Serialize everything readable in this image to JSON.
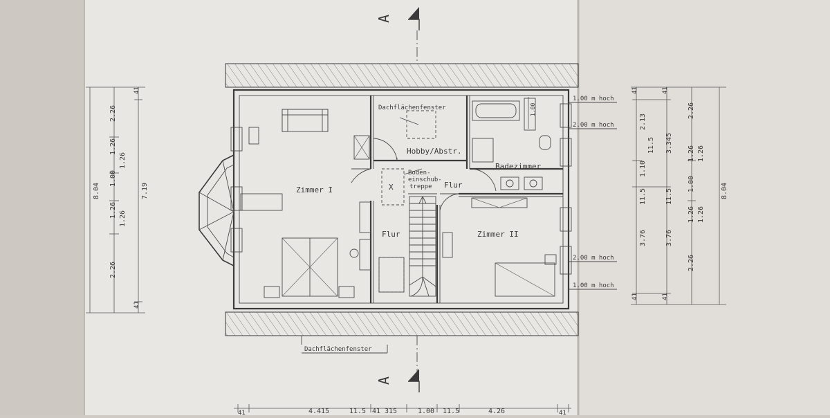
{
  "section_marker": "A",
  "rooms": {
    "zimmer1": "Zimmer I",
    "zimmer2": "Zimmer II",
    "hobby": "Hobby/Abstr.",
    "bad": "Badezimmer",
    "flur_upper": "Flur",
    "flur_lower": "Flur"
  },
  "labels": {
    "roof_window_top": "Dachflächenfenster",
    "roof_window_bottom": "Dachflächenfenster",
    "ladder_1": "Boden-",
    "ladder_2": "einschub-",
    "ladder_3": "treppe",
    "ladder_mark": "X"
  },
  "heights": {
    "h1_top": "1.00 m hoch",
    "h2_top": "2.00 m hoch",
    "h2_bottom": "2.00 m hoch",
    "h1_bottom": "1.00 m hoch",
    "bath_small": "1.00"
  },
  "dims_left": {
    "overall": "8.04",
    "inner": "7.19",
    "seg": [
      "2.26",
      "1.26",
      "1.00",
      "1.26",
      "2.26"
    ],
    "seg2": [
      "1.26",
      "1.26"
    ],
    "wall": [
      "41",
      "41"
    ]
  },
  "dims_right": {
    "col_a": [
      "41",
      "2.13",
      "11.5",
      "1.10",
      "11.5",
      "3.76",
      "41"
    ],
    "col_b": [
      "41",
      "3.345",
      "11.5",
      "3.76",
      "41"
    ],
    "col_c": [
      "2.26",
      "1.26",
      "1.00",
      "1.26",
      "2.26"
    ],
    "col_c2": [
      "1.26",
      "1.26"
    ],
    "overall": "8.04"
  },
  "dims_bottom": [
    "41",
    "4.415",
    "11.5",
    "41",
    "315",
    "1.00",
    "11.5",
    "4.26",
    "41"
  ]
}
